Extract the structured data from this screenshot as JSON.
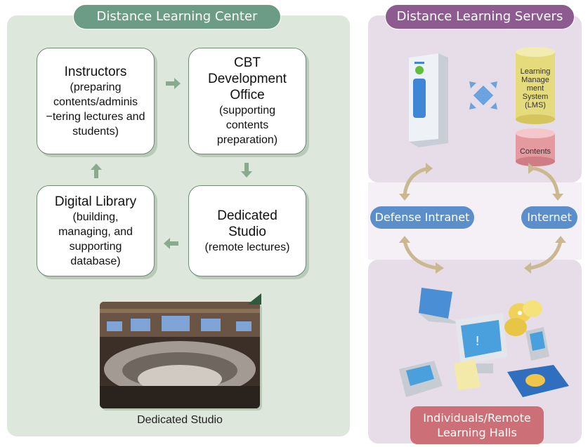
{
  "center": {
    "title": "Distance Learning Center",
    "instructors": {
      "title": "Instructors",
      "desc": "(preparing contents/adminis −tering lectures and students)"
    },
    "cbt": {
      "title": "CBT Development Office",
      "desc": "(supporting contents preparation)"
    },
    "library": {
      "title": "Digital Library",
      "desc": "(building, managing, and supporting database)"
    },
    "studio": {
      "title": "Dedicated Studio",
      "desc": "(remote lectures)"
    },
    "photo_caption": "Dedicated Studio"
  },
  "servers": {
    "title": "Distance Learning Servers",
    "lms_label": "Learning Manage ment System (LMS)",
    "contents_label": "Contents"
  },
  "network": {
    "intranet": "Defense Intranet",
    "internet": "Internet"
  },
  "users": {
    "title_line1": "Individuals/Remote",
    "title_line2": "Learning Halls"
  },
  "colors": {
    "center_accent": "#6c9c85",
    "servers_accent": "#8e5b90",
    "network_accent": "#5b8fcb",
    "users_accent": "#cd6f76"
  }
}
